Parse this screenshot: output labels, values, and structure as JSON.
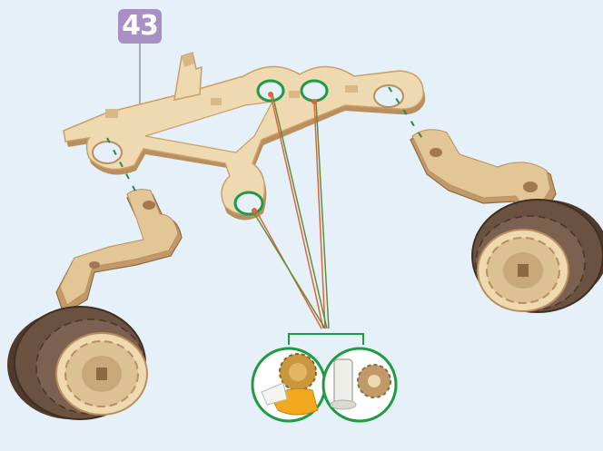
{
  "step": {
    "number": "43"
  },
  "colors": {
    "background": "#e6f0f8",
    "badge": "#a98fc4",
    "wood_light": "#eed9b0",
    "wood_edge": "#b98f5f",
    "tire_dark": "#6b5140",
    "green_ring": "#1f9a45",
    "orange_line": "#e0633a",
    "green_line": "#5f8e3a",
    "dash_line": "#2a8a4a"
  },
  "icons": {
    "chassis": "wooden-chassis-frame",
    "left_leg": "left-suspension-leg",
    "right_leg": "right-suspension-leg",
    "left_wheel": "left-wheel",
    "right_wheel": "right-wheel",
    "detail_wax": "wax-and-gear-detail",
    "detail_axle": "axle-and-gear-detail"
  }
}
